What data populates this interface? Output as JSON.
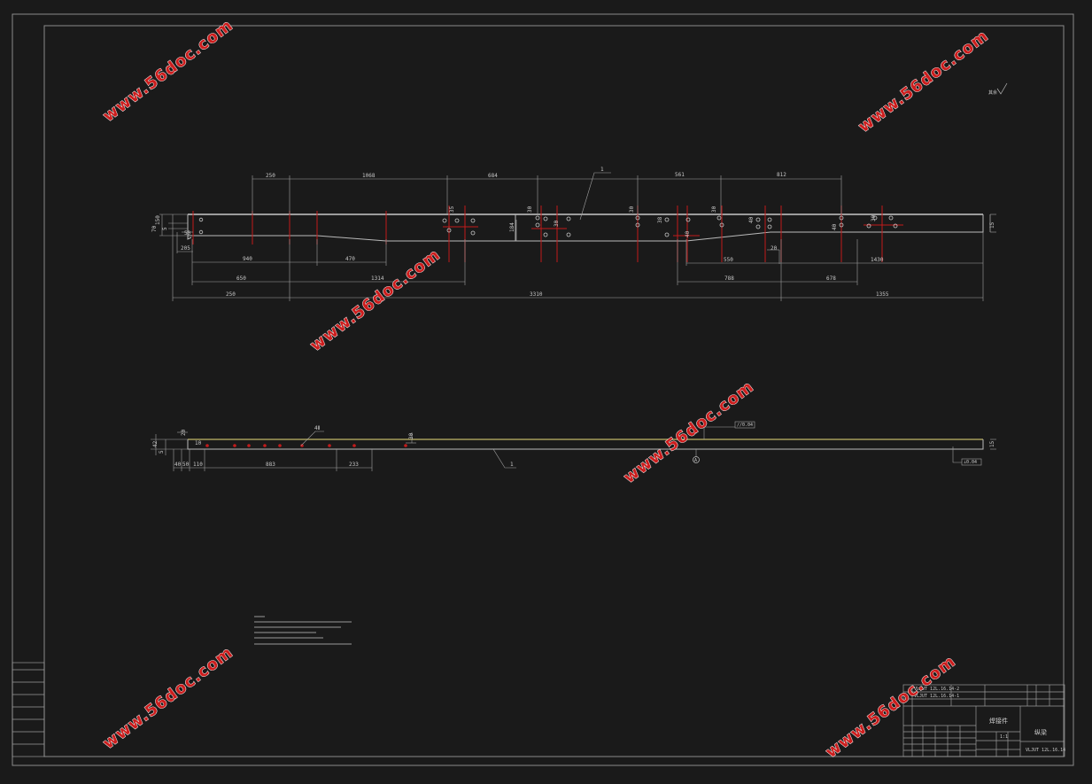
{
  "watermark": "www.56doc.com",
  "colors": {
    "background": "#1a1a1a",
    "lines": "#b9b9b9",
    "red": "#c21b1b",
    "yellow": "#a59d5a",
    "watermark": "#cc1d1d"
  },
  "top_view": {
    "dims_top": [
      "250",
      "1068",
      "684",
      "561",
      "812"
    ],
    "dims_bottom_row1": [
      "940",
      "470",
      "550",
      "1430"
    ],
    "dims_bottom_row2": [
      "650",
      "1314",
      "788",
      "678"
    ],
    "dims_bottom_row3": [
      "250",
      "3310",
      "1355"
    ],
    "dims_left": [
      "70",
      "150",
      "5",
      "50",
      "205"
    ],
    "dims_inner": [
      "35",
      "30",
      "184",
      "30",
      "30",
      "38",
      "30",
      "40",
      "40",
      "30",
      "20",
      "40",
      "15"
    ],
    "callout": "1"
  },
  "side_view": {
    "dims_left": [
      "42",
      "5",
      "20",
      "10"
    ],
    "dims_bottom": [
      "40",
      "50",
      "110",
      "883",
      "233"
    ],
    "dim_mid": "30",
    "dim_right": "15",
    "weld_symbol": "4Ⅱ",
    "frame_tag_top": "//0.04",
    "frame_tag_bottom": "⊥0.04",
    "datum": "A",
    "callout": "1"
  },
  "roughness_symbol": "其余",
  "title_block": {
    "drawing_no_1": "VLJUT 12L.16.14-2",
    "drawing_no_2": "VLJUT 12L.16.14-1",
    "title_name": "焊接件",
    "part_name": "纵梁",
    "drawing_no": "VLJUT 12L.16.14",
    "scale": "1:1"
  }
}
